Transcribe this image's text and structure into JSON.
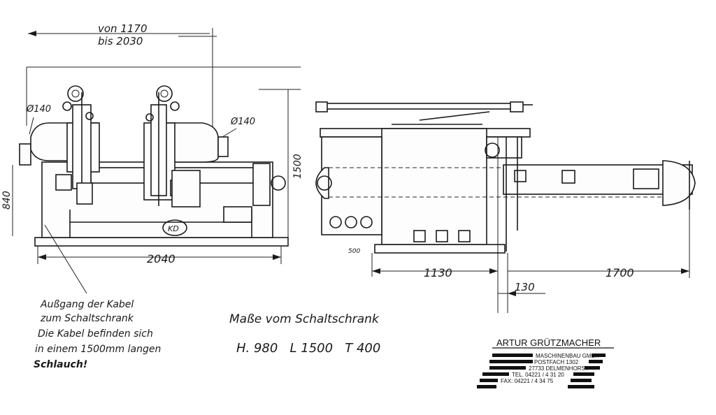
{
  "side_view": {
    "width_range_line1": "von 1170",
    "width_range_line2": "bis 2030",
    "diameter_left": "Ø140",
    "diameter_right": "Ø140",
    "height_left": "840",
    "height_right": "1500",
    "total_length": "2040",
    "logo_text": "KD"
  },
  "front_view": {
    "dim_small": "500",
    "dim_1130": "1130",
    "dim_130": "130",
    "dim_1700": "1700"
  },
  "note": {
    "line1": "Außgang der Kabel",
    "line2": "zum Schaltschrank",
    "line3": "Die Kabel befinden sich",
    "line4": "in einem 1500mm langen",
    "line5": "Schlauch!"
  },
  "cabinet": {
    "title": "Maße vom Schaltschrank",
    "dims": "H. 980   L 1500   T 400"
  },
  "stamp": {
    "company": "ARTUR GRÜTZMACHER",
    "line1": "MASCHINENBAU GMBH",
    "line2": "POSTFACH 1302",
    "line3": "27733 DELMENHORST",
    "line4": "TEL. 04221 / 4 31 20",
    "line5": "FAX: 04221 / 4 34 75"
  }
}
